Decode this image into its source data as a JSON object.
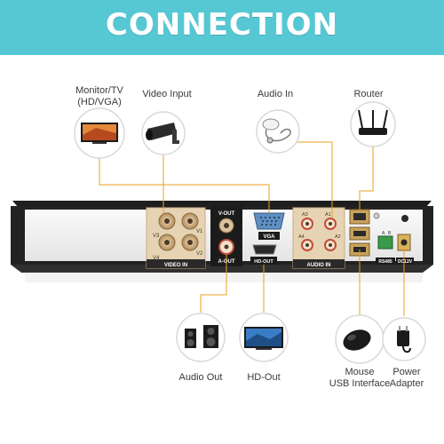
{
  "title": "CONNECTION",
  "accent_color": "#55c8d4",
  "line_color": "#e8a020",
  "top_labels": {
    "monitor": "Monitor/TV",
    "monitor_sub": "(HD/VGA)",
    "video_input": "Video Input",
    "audio_in": "Audio In",
    "router": "Router"
  },
  "bottom_labels": {
    "audio_out": "Audio Out",
    "hd_out": "HD-Out",
    "mouse": "Mouse",
    "mouse_sub": "USB Interface",
    "power": "Power",
    "power_sub": "Adapter"
  },
  "panel": {
    "v_out": "V-OUT",
    "a_out": "A-OUT",
    "vga": "VGA",
    "hd_out": "HD-OUT",
    "video_in": "VIDEO IN",
    "audio_in": "AUDIO IN",
    "ch_v1": "V1",
    "ch_v2": "V2",
    "ch_v3": "V3",
    "ch_v4": "V4",
    "ch_a1": "A1",
    "ch_a2": "A2",
    "ch_a3": "A3",
    "ch_a4": "A4",
    "rs485": "RS485",
    "dc12v": "DC12V",
    "term_a": "A",
    "term_b": "B"
  },
  "icons": [
    "monitor-icon",
    "camera-icon",
    "microphone-icon",
    "router-icon",
    "speaker-icon",
    "tv-icon",
    "mouse-icon",
    "power-adapter-icon"
  ]
}
